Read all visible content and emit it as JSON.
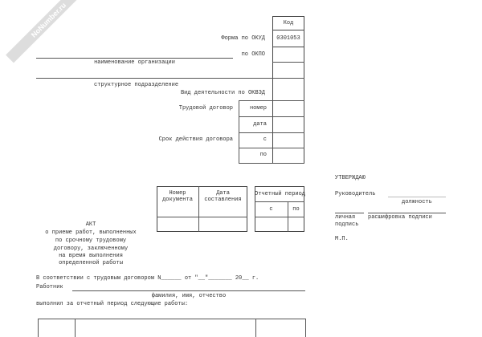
{
  "watermark": "NoNumber.ru",
  "header": {
    "code_label": "Код",
    "okud_label": "Форма по ОКУД",
    "okud_code": "0301053",
    "okpo_label": "по ОКПО",
    "org_caption": "наименование организации",
    "division_caption": "структурное подразделение",
    "okved_label": "Вид деятельности по ОКВЭД",
    "contract_label": "Трудовой договор",
    "number_label": "номер",
    "date_label": "дата",
    "term_label": "Срок действия договора",
    "from_label": "с",
    "to_label": "по"
  },
  "doc_table": {
    "number_header": [
      "Номер",
      "документа"
    ],
    "date_header": [
      "Дата",
      "составления"
    ],
    "period_header": "Отчетный период",
    "from": "с",
    "to": "по"
  },
  "approval": {
    "title": "УТВЕРЖДАЮ",
    "head_label": "Руководитель",
    "position_caption": "должность",
    "signature_caption": [
      "личная",
      "подпись"
    ],
    "decoding_caption": "расшифровка подписи",
    "stamp": "М.П."
  },
  "act_title": [
    "АКТ",
    "о приеме работ, выполненных",
    "по срочному трудовому",
    "договору, заключенному",
    "на время выполнения",
    "определенной работы"
  ],
  "body": {
    "line1": "В соответствии с трудовым договором N______ от \"__\"_______ 20__ г.",
    "worker_label": "Работник",
    "fio_caption": "фамилия, имя, отчество",
    "line3": "выполнил за отчетный период следующие работы:"
  }
}
